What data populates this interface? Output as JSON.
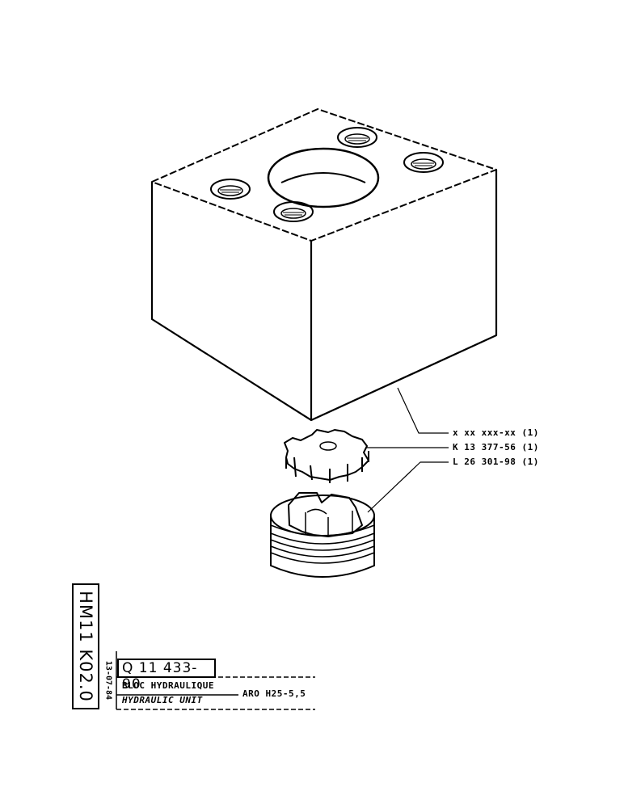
{
  "callouts": [
    {
      "text": "x xx xxx-xx (1)"
    },
    {
      "text": "K 13 377-56 (1)"
    },
    {
      "text": "L 26 301-98 (1)"
    }
  ],
  "title_block": {
    "sheet_code": "HM11 K02.0",
    "date": "13-07-84",
    "part_number": "Q 11 433-90",
    "description_fr": "BLOC HYDRAULIQUE",
    "description_en": "HYDRAULIC UNIT",
    "model": "ARO H25-5,5"
  }
}
